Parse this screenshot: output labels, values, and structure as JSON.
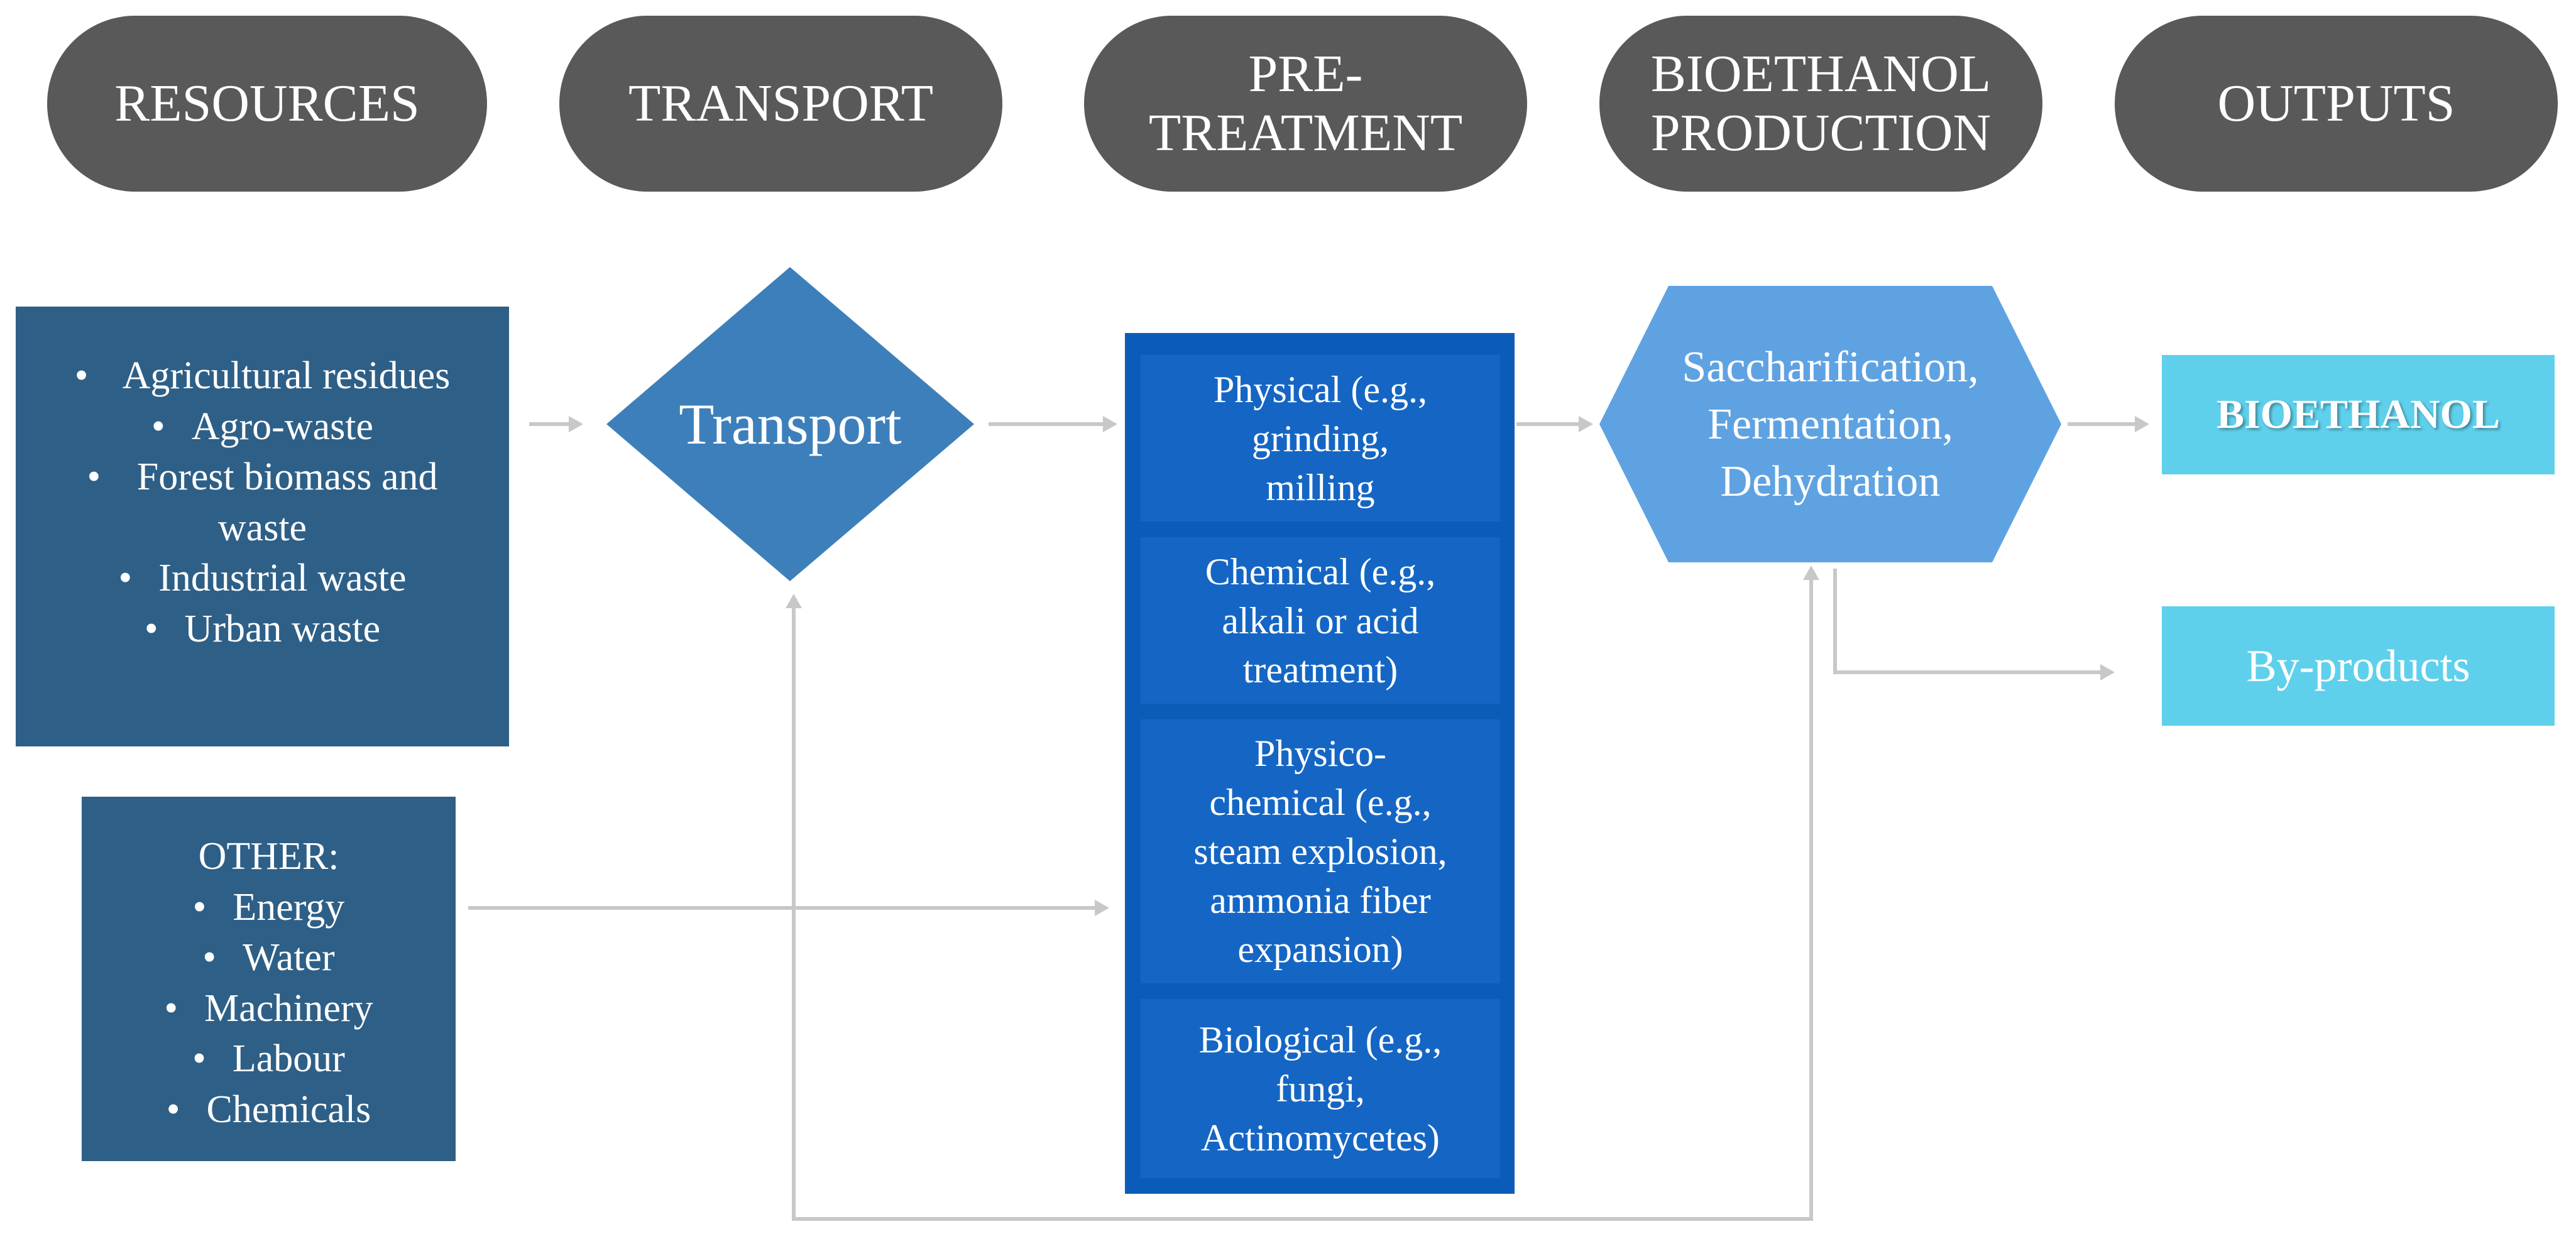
{
  "headers": [
    {
      "lines": [
        "RESOURCES"
      ]
    },
    {
      "lines": [
        "TRANSPORT"
      ]
    },
    {
      "lines": [
        "PRE-",
        "TREATMENT"
      ]
    },
    {
      "lines": [
        "BIOETHANOL",
        "PRODUCTION"
      ]
    },
    {
      "lines": [
        "OUTPUTS"
      ]
    }
  ],
  "resources": {
    "items": [
      "Agricultural residues",
      "Agro-waste",
      "Forest biomass and waste",
      "Industrial waste",
      "Urban waste"
    ]
  },
  "other": {
    "title": "OTHER:",
    "items": [
      "Energy",
      "Water",
      "Machinery",
      "Labour",
      "Chemicals"
    ]
  },
  "transport": {
    "label": "Transport"
  },
  "pretreatment": [
    {
      "lines": [
        "Physical (e.g.,",
        "grinding,",
        "milling"
      ]
    },
    {
      "lines": [
        "Chemical (e.g.,",
        "alkali or acid",
        "treatment)"
      ]
    },
    {
      "lines": [
        "Physico-",
        "chemical (e.g.,",
        "steam explosion,",
        "ammonia fiber",
        "expansion)"
      ]
    },
    {
      "lines": [
        "Biological (e.g.,",
        "fungi,",
        "Actinomycetes)"
      ]
    }
  ],
  "production": {
    "lines": [
      "Saccharification,",
      "Fermentation,",
      "Dehydration"
    ]
  },
  "outputs": {
    "bioethanol": "BIOETHANOL",
    "byproducts": "By-products"
  },
  "colors": {
    "header": "#595959",
    "resource_box": "#2e5f87",
    "transport": "#3d7fba",
    "pretreatment_outer": "#0b5cb8",
    "pretreatment_item": "#1566c4",
    "production": "#5fa2e2",
    "output": "#5fd0ec",
    "arrow": "#c8c8c8"
  }
}
